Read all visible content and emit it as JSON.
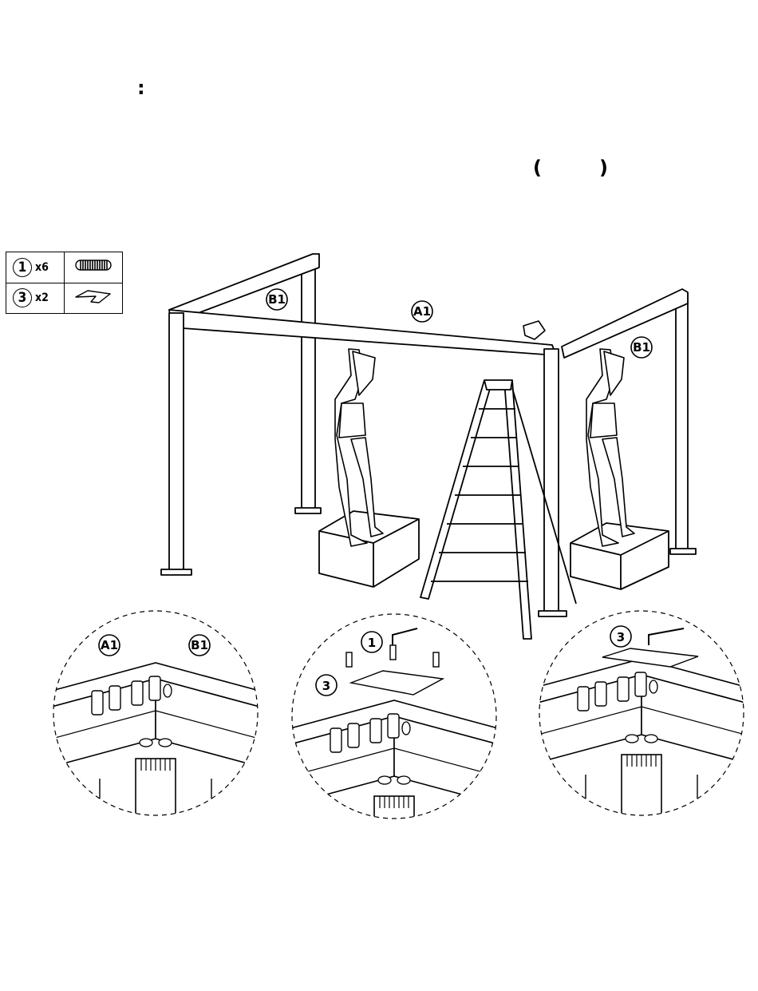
{
  "header": {
    "colon": ":",
    "paren_open": "(",
    "paren_close": ")"
  },
  "parts": [
    {
      "id": "1",
      "qty": "x6",
      "icon": "bolt-icon"
    },
    {
      "id": "3",
      "qty": "x2",
      "icon": "corner-plate-icon"
    }
  ],
  "labels": {
    "beam_left": "B1",
    "beam_front": "A1",
    "beam_right": "B1",
    "detail1_a": "A1",
    "detail1_b": "B1",
    "detail2_bolt": "1",
    "detail2_plate": "3",
    "detail3_plate": "3"
  }
}
